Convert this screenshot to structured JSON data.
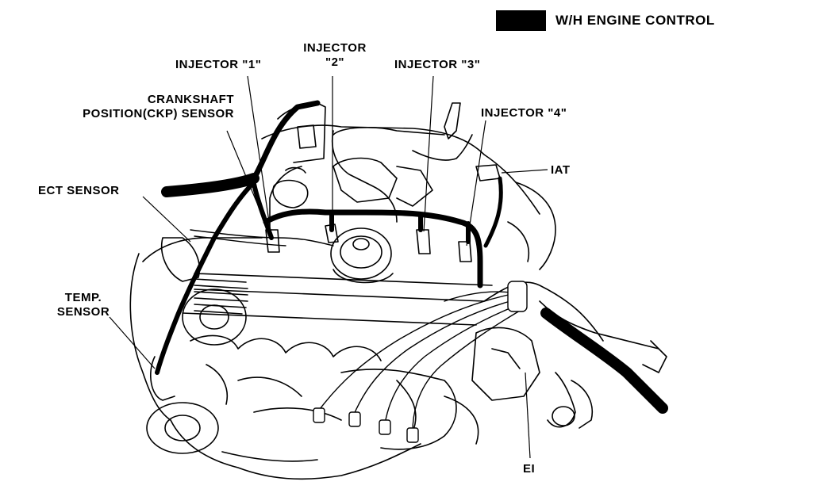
{
  "legend": {
    "swatch_color": "#000000",
    "text": "W/H  ENGINE  CONTROL"
  },
  "labels": {
    "injector1": "INJECTOR \"1\"",
    "injector2_line1": "INJECTOR",
    "injector2_line2": "\"2\"",
    "injector3": "INJECTOR \"3\"",
    "injector4": "INJECTOR \"4\"",
    "ckp_line1": "CRANKSHAFT",
    "ckp_line2": "POSITION(CKP) SENSOR",
    "ect": "ECT SENSOR",
    "iat": "IAT",
    "temp_line1": "TEMP.",
    "temp_line2": "SENSOR",
    "ei": "EI"
  },
  "colors": {
    "harness": "#000000",
    "line_art": "#000000",
    "background": "#ffffff"
  }
}
